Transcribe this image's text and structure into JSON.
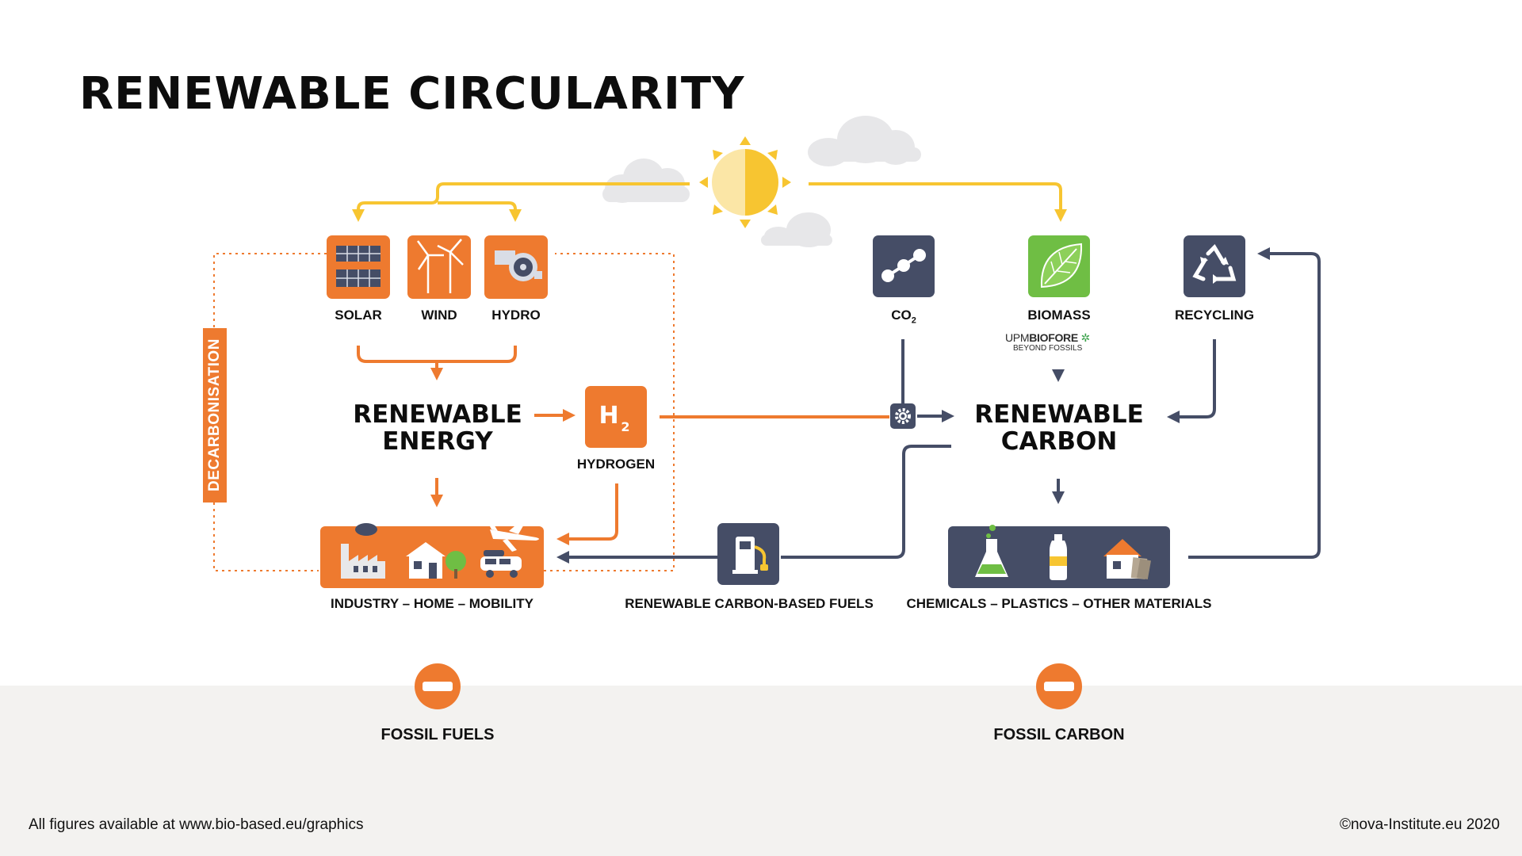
{
  "title": "RENEWABLE CIRCULARITY",
  "side_label": "DECARBONISATION",
  "energy_sources": [
    "SOLAR",
    "WIND",
    "HYDRO"
  ],
  "renewable_energy": [
    "RENEWABLE",
    "ENERGY"
  ],
  "hydrogen": {
    "symbol": "H",
    "subscript": "2",
    "label": "HYDROGEN"
  },
  "carbon_sources": {
    "co2_label": "CO",
    "co2_sub": "2",
    "biomass": "BIOMASS",
    "recycling": "RECYCLING"
  },
  "upm_logo": {
    "brand": "UPM",
    "name": "BIOFORE",
    "tagline": "BEYOND FOSSILS"
  },
  "renewable_carbon": [
    "RENEWABLE",
    "CARBON"
  ],
  "sectors_label": "INDUSTRY – HOME – MOBILITY",
  "fuels_label": "RENEWABLE CARBON-BASED FUELS",
  "materials_label": "CHEMICALS – PLASTICS – OTHER MATERIALS",
  "fossil": [
    "FOSSIL FUELS",
    "FOSSIL CARBON"
  ],
  "footer": {
    "left": "All figures available at www.bio-based.eu/graphics",
    "right": "©nova-Institute.eu 2020"
  },
  "colors": {
    "orange": "#ee7a2f",
    "navy": "#454d66",
    "yellow": "#f7c531",
    "green": "#6fbe44",
    "gray": "#e7e7e9"
  }
}
